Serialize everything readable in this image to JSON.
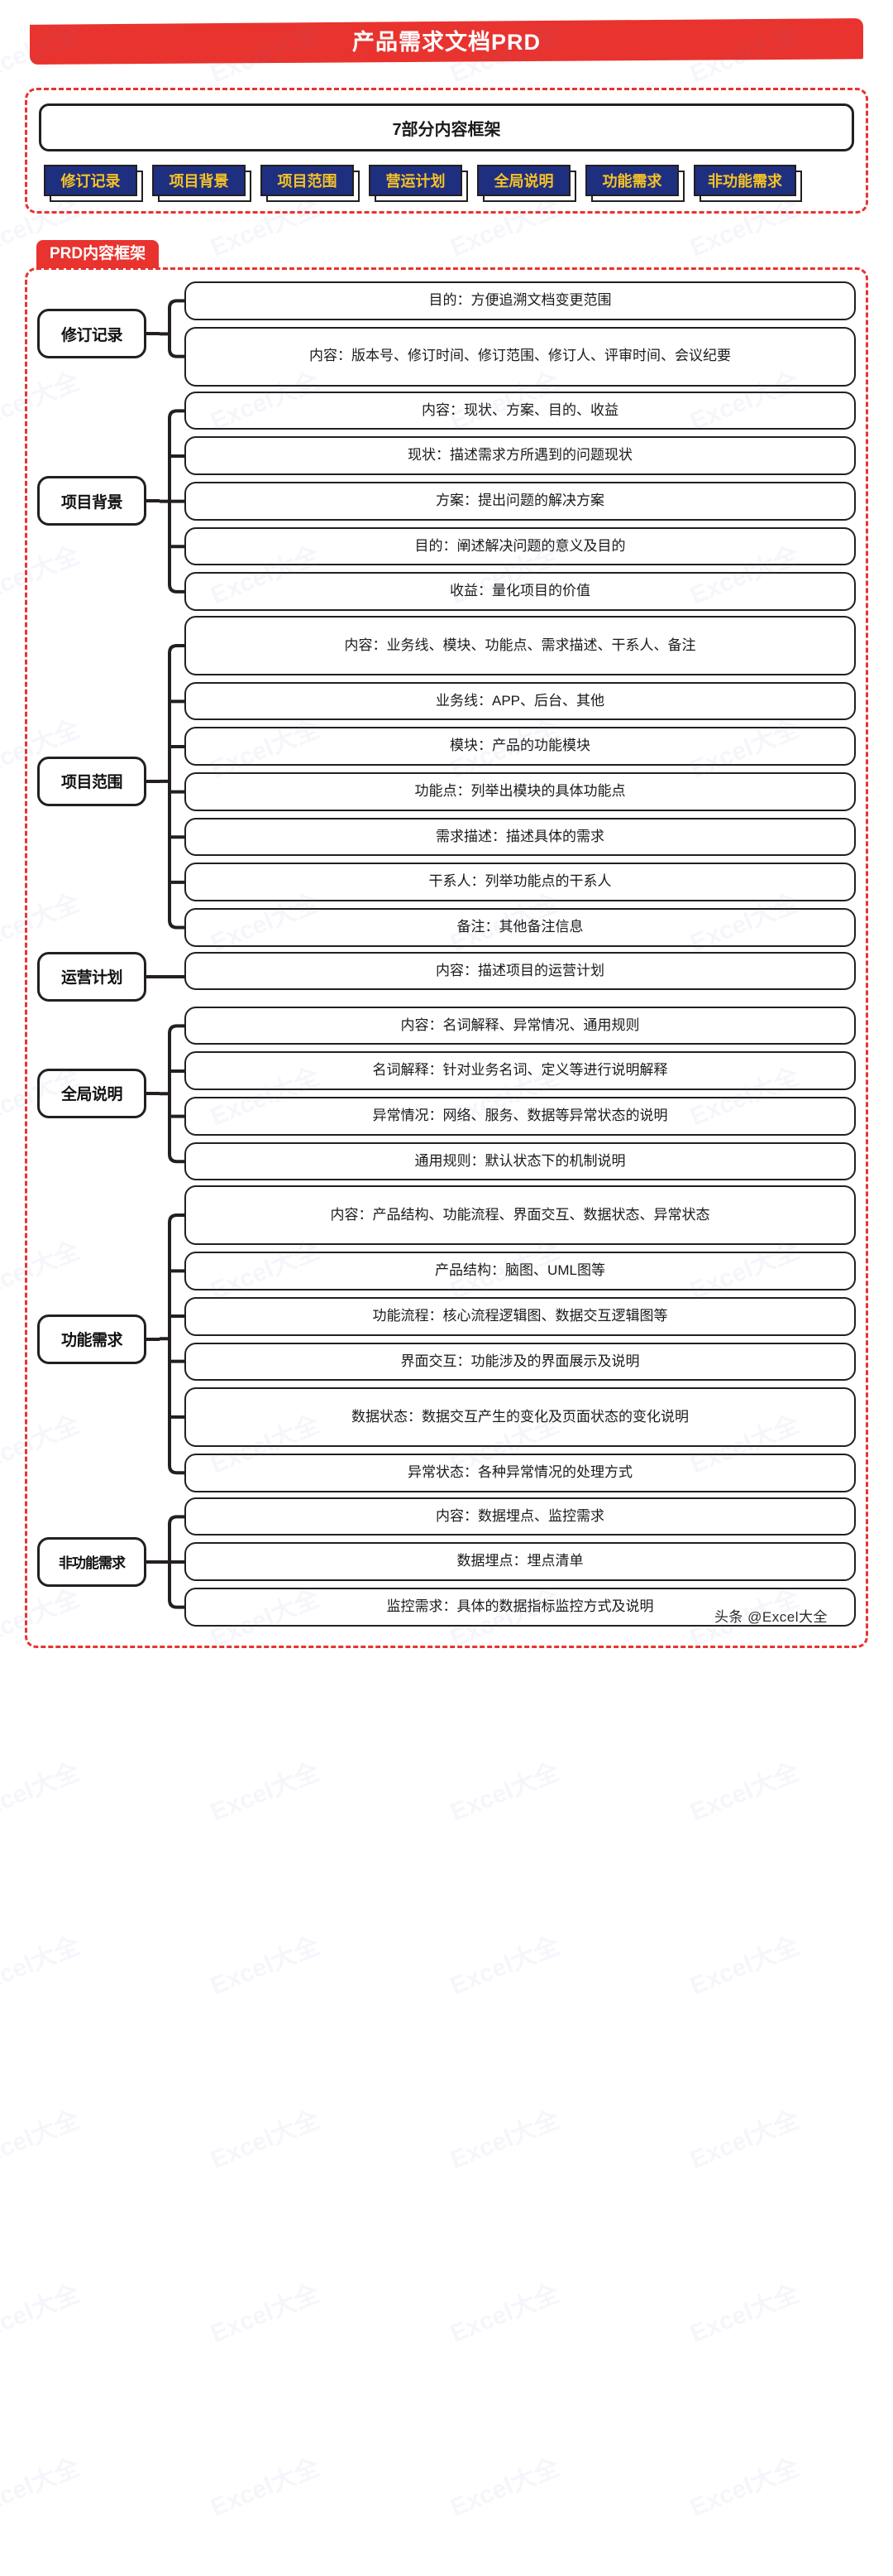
{
  "header": {
    "title": "产品需求文档PRD",
    "banner_color": "#e8332f"
  },
  "framework_section": {
    "title": "7部分内容框架",
    "tag_bg": "#1f2f7f",
    "tag_text_color": "#f7c325",
    "tags": [
      {
        "label": "修订记录"
      },
      {
        "label": "项目背景"
      },
      {
        "label": "项目范围"
      },
      {
        "label": "营运计划"
      },
      {
        "label": "全局说明"
      },
      {
        "label": "功能需求"
      },
      {
        "label": "非功能需求"
      }
    ]
  },
  "content_section": {
    "label": "PRD内容框架",
    "label_color": "#e8332f",
    "branches": [
      {
        "parent": "修订记录",
        "children": [
          "目的：方便追溯文档变更范围",
          "内容：版本号、修订时间、修订范围、修订人、评审时间、会议纪要"
        ]
      },
      {
        "parent": "项目背景",
        "children": [
          "内容：现状、方案、目的、收益",
          "现状：描述需求方所遇到的问题现状",
          "方案：提出问题的解决方案",
          "目的：阐述解决问题的意义及目的",
          "收益：量化项目的价值"
        ]
      },
      {
        "parent": "项目范围",
        "children": [
          "内容：业务线、模块、功能点、需求描述、干系人、备注",
          "业务线：APP、后台、其他",
          "模块：产品的功能模块",
          "功能点：列举出模块的具体功能点",
          "需求描述：描述具体的需求",
          "干系人：列举功能点的干系人",
          "备注：其他备注信息"
        ]
      },
      {
        "parent": "运营计划",
        "children": [
          "内容：描述项目的运营计划"
        ]
      },
      {
        "parent": "全局说明",
        "children": [
          "内容：名词解释、异常情况、通用规则",
          "名词解释：针对业务名词、定义等进行说明解释",
          "异常情况：网络、服务、数据等异常状态的说明",
          "通用规则：默认状态下的机制说明"
        ]
      },
      {
        "parent": "功能需求",
        "children": [
          "内容：产品结构、功能流程、界面交互、数据状态、异常状态",
          "产品结构：脑图、UML图等",
          "功能流程：核心流程逻辑图、数据交互逻辑图等",
          "界面交互：功能涉及的界面展示及说明",
          "数据状态：数据交互产生的变化及页面状态的变化说明",
          "异常状态：各种异常情况的处理方式"
        ]
      },
      {
        "parent": "非功能需求",
        "children": [
          "内容：数据埋点、监控需求",
          "数据埋点：埋点清单",
          "监控需求：具体的数据指标监控方式及说明"
        ]
      }
    ]
  },
  "footer": {
    "credit": "头条 @Excel大全"
  },
  "watermark": {
    "text": "Excel大全"
  }
}
